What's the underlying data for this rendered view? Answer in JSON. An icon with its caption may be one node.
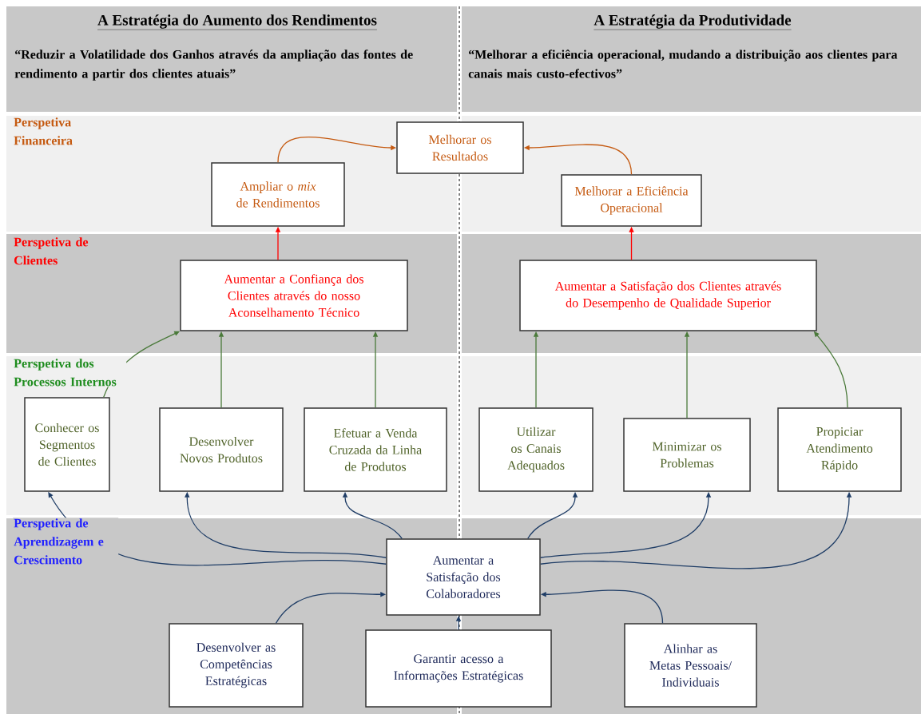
{
  "diagram": {
    "nodes": [
      {
        "text": [
          "Melhorar os Resultados"
        ]
      },
      {
        "text": [
          "Ampliar o *mix* de Rendimentos"
        ]
      },
      {
        "text": [
          "Melhorar a Eficiência Operacional"
        ]
      },
      {
        "text": [
          "Aumentar a Confiança dos Clientes através do nosso Aconselhamento Técnico"
        ]
      },
      {
        "text": [
          "Aumentar a Satisfação dos Clientes através do Desempenho de Qualidade Superior"
        ]
      },
      {
        "text": [
          "Conhecer os Segmentos de Clientes"
        ]
      },
      {
        "text": [
          "Desenvolver Novos Produtos"
        ]
      },
      {
        "text": [
          "Efetuar a Venda Cruzada da Linha de Produtos"
        ]
      },
      {
        "text": [
          "Utilizar os Canais Adequados"
        ]
      },
      {
        "text": [
          "Minimizar os Problemas"
        ]
      },
      {
        "text": [
          "Propiciar Atendimento Rápido"
        ]
      },
      {
        "text": [
          "Aumentar a Satisfação dos Colaboradores"
        ]
      },
      {
        "text": [
          "Desenvolver as Competências Estratégicas"
        ]
      },
      {
        "text": [
          "Garantir acesso a Informações Estratégicas"
        ]
      },
      {
        "text": [
          "Alinhar as Metas Pessoais/ Individuais"
        ]
      }
    ],
    "edges": [
      {
        "from": 1,
        "to": 0,
        "arrow": "to",
        "color": "#c55a11"
      },
      {
        "from": 2,
        "to": 0,
        "arrow": "to",
        "color": "#c55a11"
      },
      {
        "from": 3,
        "to": 1,
        "arrow": "to",
        "color": "#ff0000"
      },
      {
        "from": 4,
        "to": 2,
        "arrow": "to",
        "color": "#ff0000"
      },
      {
        "from": 5,
        "to": 3,
        "arrow": "to",
        "color": "#4a7a3a"
      },
      {
        "from": 6,
        "to": 3,
        "arrow": "to",
        "color": "#4a7a3a"
      },
      {
        "from": 7,
        "to": 3,
        "arrow": "to",
        "color": "#4a7a3a"
      },
      {
        "from": 8,
        "to": 4,
        "arrow": "to",
        "color": "#4a7a3a"
      },
      {
        "from": 9,
        "to": 4,
        "arrow": "to",
        "color": "#4a7a3a"
      },
      {
        "from": 10,
        "to": 4,
        "arrow": "to",
        "color": "#4a7a3a"
      },
      {
        "from": 11,
        "to": 5,
        "arrow": "to"
      },
      {
        "from": 11,
        "to": 6,
        "arrow": "to"
      },
      {
        "from": 11,
        "to": 7,
        "arrow": "to"
      },
      {
        "from": 11,
        "to": 8,
        "arrow": "to"
      },
      {
        "from": 11,
        "to": 9,
        "arrow": "to"
      },
      {
        "from": 11,
        "to": 10,
        "arrow": "to"
      },
      {
        "from": 12,
        "to": 11,
        "arrow": "to"
      },
      {
        "from": 13,
        "to": 11,
        "arrow": "to"
      },
      {
        "from": 14,
        "to": 11,
        "arrow": "to"
      }
    ],
    "labels": [
      "A Estratégia do Aumento dos Rendimentos",
      "A Estratégia da Produtividade",
      "“Reduzir a Volatilidade dos Ganhos através da ampliação das fontes de rendimento a partir dos clientes atuais”",
      "“Melhorar a eficiência operacional, mudando a distribuição aos clientes para canais mais custo-efectivos”",
      "Perspetiva Financeira",
      "Perspetiva de Clientes",
      "Perspetiva dos Processos Internos",
      "Perspetiva de Aprendizagem e Crescimento"
    ]
  }
}
